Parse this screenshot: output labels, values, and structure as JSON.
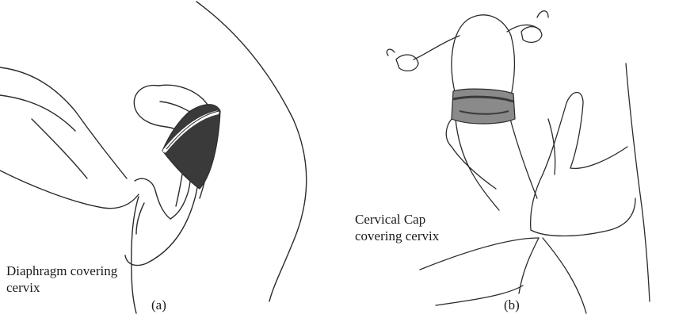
{
  "panels": [
    {
      "label": "Diaphragm covering\ncervix",
      "caption": "(a)"
    },
    {
      "label": "Cervical Cap\n covering cervix",
      "caption": "(b)"
    }
  ],
  "colors": {
    "line": "#2b2b2b",
    "fill_dark": "#3a3a3a",
    "fill_gray": "#8a8a8a"
  }
}
